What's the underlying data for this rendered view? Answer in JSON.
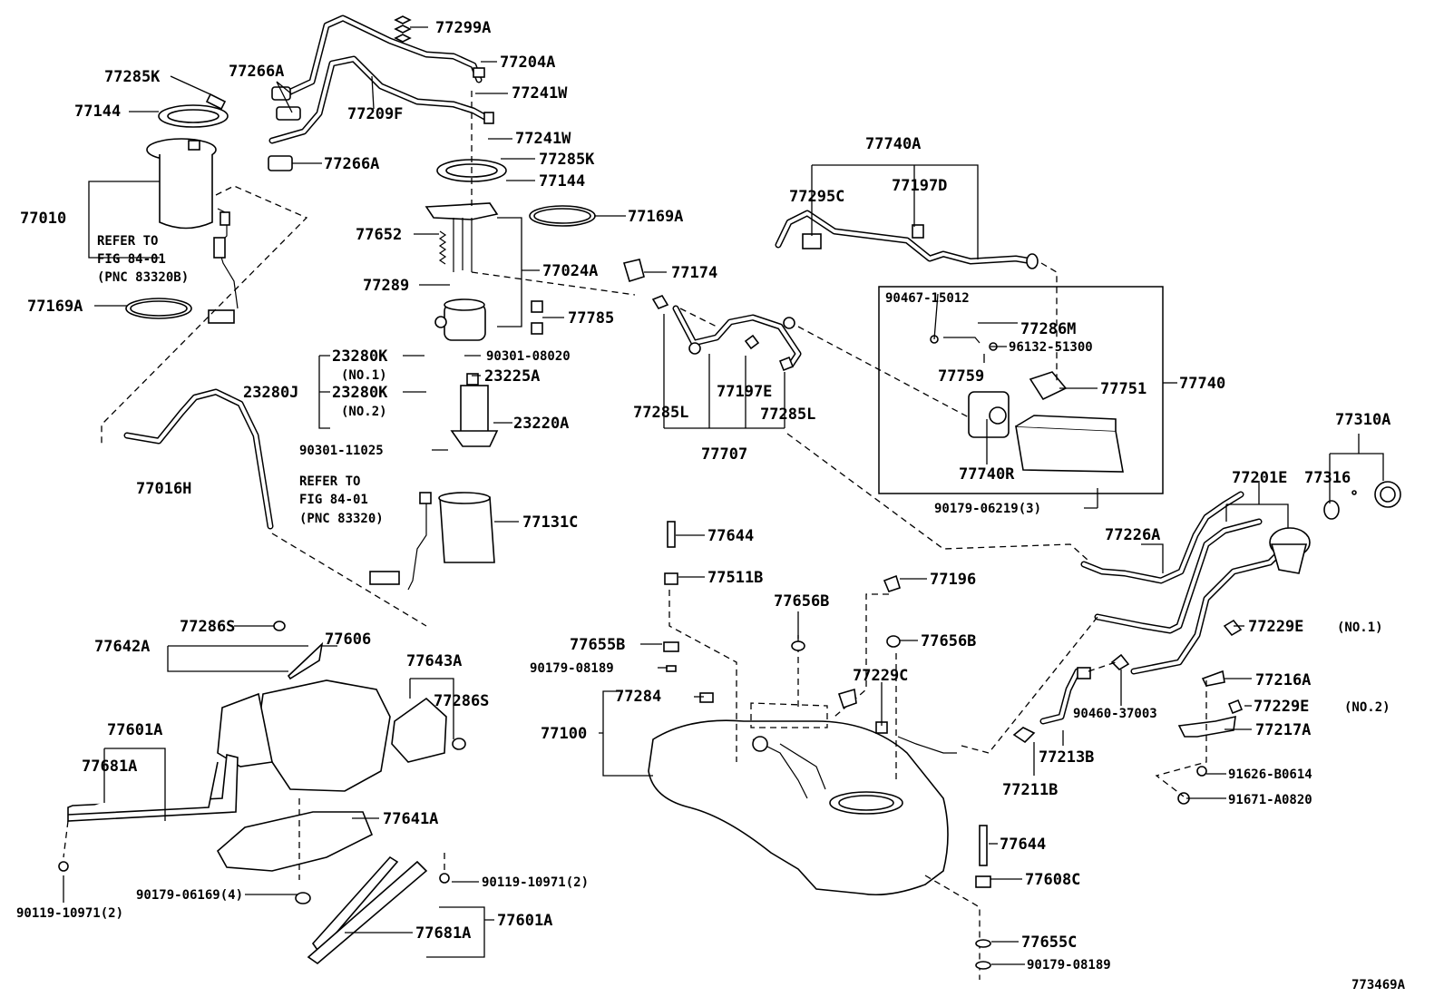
{
  "diagram_id": "773469A",
  "refs": {
    "fig_84_01_a": [
      "REFER TO",
      "FIG 84-01",
      "(PNC 83320B)"
    ],
    "fig_84_01_b": [
      "REFER TO",
      "FIG 84-01",
      "(PNC 83320)"
    ]
  },
  "labels": [
    {
      "id": "l01",
      "text": "77299A"
    },
    {
      "id": "l02",
      "text": "77204A"
    },
    {
      "id": "l03",
      "text": "77285K"
    },
    {
      "id": "l04",
      "text": "77266A"
    },
    {
      "id": "l05",
      "text": "77241W"
    },
    {
      "id": "l06",
      "text": "77144"
    },
    {
      "id": "l07",
      "text": "77209F"
    },
    {
      "id": "l08",
      "text": "77241W"
    },
    {
      "id": "l09",
      "text": "77285K"
    },
    {
      "id": "l10",
      "text": "77266A"
    },
    {
      "id": "l11",
      "text": "77144"
    },
    {
      "id": "l12",
      "text": "77010"
    },
    {
      "id": "l13",
      "text": "77169A"
    },
    {
      "id": "l14",
      "text": "77652"
    },
    {
      "id": "l15",
      "text": "77024A"
    },
    {
      "id": "l16",
      "text": "77174"
    },
    {
      "id": "l17",
      "text": "77169A"
    },
    {
      "id": "l18",
      "text": "77289"
    },
    {
      "id": "l19",
      "text": "77785"
    },
    {
      "id": "l20",
      "text": "23280K"
    },
    {
      "id": "l21",
      "text": "(NO.1)"
    },
    {
      "id": "l22",
      "text": "90301-08020"
    },
    {
      "id": "l23",
      "text": "23225A"
    },
    {
      "id": "l24",
      "text": "23280J"
    },
    {
      "id": "l25",
      "text": "23280K"
    },
    {
      "id": "l26",
      "text": "(NO.2)"
    },
    {
      "id": "l27",
      "text": "23220A"
    },
    {
      "id": "l28",
      "text": "90301-11025"
    },
    {
      "id": "l29",
      "text": "77016H"
    },
    {
      "id": "l30",
      "text": "77131C"
    },
    {
      "id": "l31",
      "text": "77740A"
    },
    {
      "id": "l32",
      "text": "77295C"
    },
    {
      "id": "l33",
      "text": "77197D"
    },
    {
      "id": "l34",
      "text": "90467-15012"
    },
    {
      "id": "l35",
      "text": "77286M"
    },
    {
      "id": "l36",
      "text": "96132-51300"
    },
    {
      "id": "l37",
      "text": "77759"
    },
    {
      "id": "l38",
      "text": "77751"
    },
    {
      "id": "l39",
      "text": "77740"
    },
    {
      "id": "l40",
      "text": "77740R"
    },
    {
      "id": "l41",
      "text": "90179-06219(3)"
    },
    {
      "id": "l42",
      "text": "77197E"
    },
    {
      "id": "l43",
      "text": "77285L"
    },
    {
      "id": "l44",
      "text": "77285L"
    },
    {
      "id": "l45",
      "text": "77707"
    },
    {
      "id": "l46",
      "text": "77310A"
    },
    {
      "id": "l47",
      "text": "77201E"
    },
    {
      "id": "l48",
      "text": "77316"
    },
    {
      "id": "l49",
      "text": "77226A"
    },
    {
      "id": "l50",
      "text": "77644"
    },
    {
      "id": "l51",
      "text": "77511B"
    },
    {
      "id": "l52",
      "text": "77196"
    },
    {
      "id": "l53",
      "text": "77656B"
    },
    {
      "id": "l54",
      "text": "77656B"
    },
    {
      "id": "l55",
      "text": "77229E"
    },
    {
      "id": "l56",
      "text": "(NO.1)"
    },
    {
      "id": "l57",
      "text": "77642A"
    },
    {
      "id": "l58",
      "text": "77286S"
    },
    {
      "id": "l59",
      "text": "77606"
    },
    {
      "id": "l60",
      "text": "77655B"
    },
    {
      "id": "l61",
      "text": "90179-08189"
    },
    {
      "id": "l62",
      "text": "77229C"
    },
    {
      "id": "l63",
      "text": "77216A"
    },
    {
      "id": "l64",
      "text": "77643A"
    },
    {
      "id": "l65",
      "text": "77284"
    },
    {
      "id": "l66",
      "text": "77286S"
    },
    {
      "id": "l67",
      "text": "90460-37003"
    },
    {
      "id": "l68",
      "text": "77229E"
    },
    {
      "id": "l69",
      "text": "(NO.2)"
    },
    {
      "id": "l70",
      "text": "77100"
    },
    {
      "id": "l71",
      "text": "77601A"
    },
    {
      "id": "l72",
      "text": "77217A"
    },
    {
      "id": "l73",
      "text": "77681A"
    },
    {
      "id": "l74",
      "text": "77213B"
    },
    {
      "id": "l75",
      "text": "91626-B0614"
    },
    {
      "id": "l76",
      "text": "77211B"
    },
    {
      "id": "l77",
      "text": "91671-A0820"
    },
    {
      "id": "l78",
      "text": "77641A"
    },
    {
      "id": "l79",
      "text": "77644"
    },
    {
      "id": "l80",
      "text": "90179-06169(4)"
    },
    {
      "id": "l81",
      "text": "90119-10971(2)"
    },
    {
      "id": "l82",
      "text": "77608C"
    },
    {
      "id": "l83",
      "text": "90119-10971(2)"
    },
    {
      "id": "l84",
      "text": "77601A"
    },
    {
      "id": "l85",
      "text": "77681A"
    },
    {
      "id": "l86",
      "text": "77655C"
    },
    {
      "id": "l87",
      "text": "90179-08189"
    }
  ]
}
